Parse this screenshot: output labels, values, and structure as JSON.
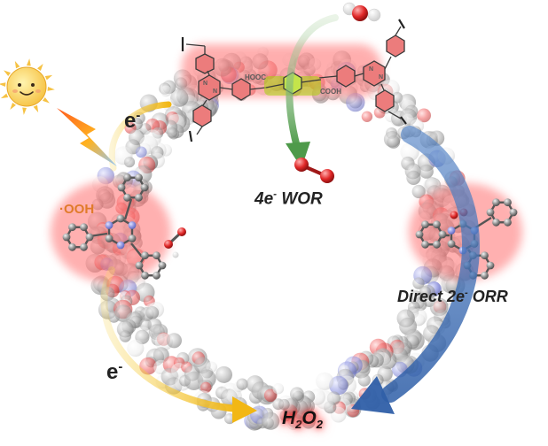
{
  "labels": {
    "electron_top": "e",
    "electron_bottom": "e",
    "electron_charge": "-",
    "wor_prefix": "4e",
    "wor_charge": "-",
    "wor_suffix": " WOR",
    "orr_prefix": "Direct 2e",
    "orr_charge": "-",
    "orr_suffix": " ORR",
    "radical": "·OOH",
    "product_h": "H",
    "product_sub2": "2",
    "product_o": "O",
    "product_sub2b": "2",
    "hooc": "HOOC",
    "cooh": "COOH",
    "n": "N"
  },
  "icons": {
    "sun": "sun-icon",
    "light": "lightning-bolt-icon",
    "water": "water-molecule-icon",
    "oxygen": "oxygen-molecule-icon"
  },
  "colors": {
    "electron_arrow": "#f2c232",
    "wor_arrow": "#6ab04c",
    "orr_arrow": "#3f73b8",
    "glow_red": "#ff4d4d",
    "linker_green": "#a6d608",
    "sphere_grey": "#9a9a9a",
    "sphere_white": "#f4f4f4",
    "sphere_red": "#e24a4a",
    "sphere_blue": "#7d86d6"
  }
}
